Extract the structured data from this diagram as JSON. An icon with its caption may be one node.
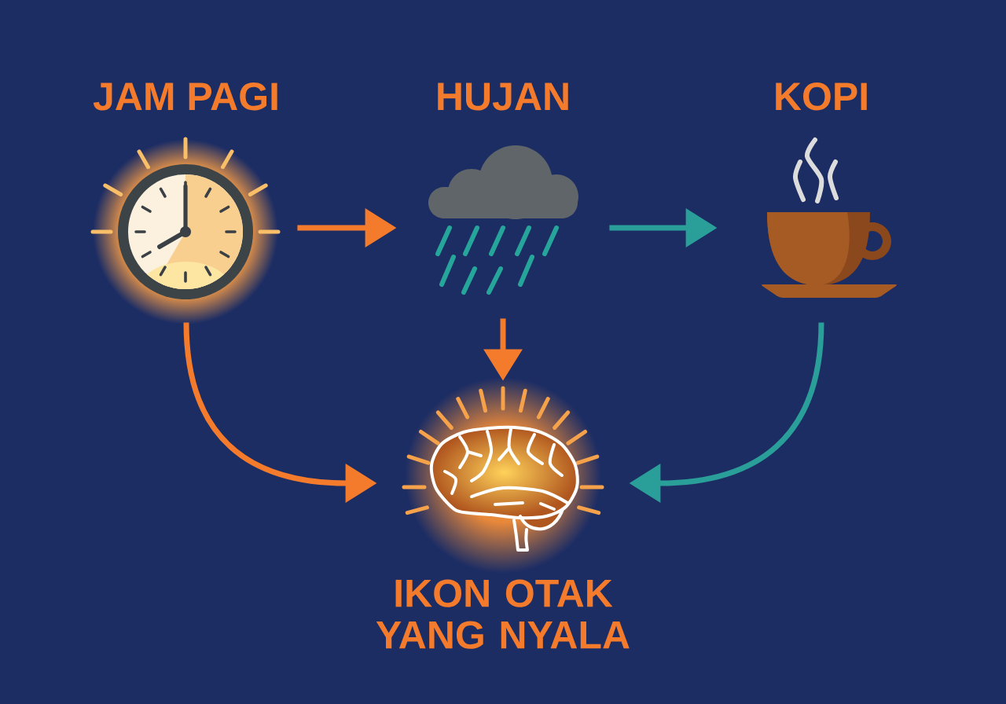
{
  "diagram": {
    "nodes": [
      {
        "text": [
          "JAM PAGI"
        ]
      },
      {
        "text": [
          "HUJAN"
        ]
      },
      {
        "text": [
          "KOPI"
        ]
      },
      {
        "text": [
          "IKON OTAK YANG NYALA"
        ]
      }
    ],
    "edges": [
      {
        "from": 0,
        "to": 1,
        "arrow": "to"
      },
      {
        "from": 1,
        "to": 2,
        "arrow": "to",
        "color": "#2a9e98"
      },
      {
        "from": 1,
        "to": 3,
        "arrow": "to"
      },
      {
        "from": 0,
        "to": 3,
        "arrow": "to"
      },
      {
        "from": 2,
        "to": 3,
        "arrow": "to",
        "color": "#2a9e98"
      }
    ]
  }
}
